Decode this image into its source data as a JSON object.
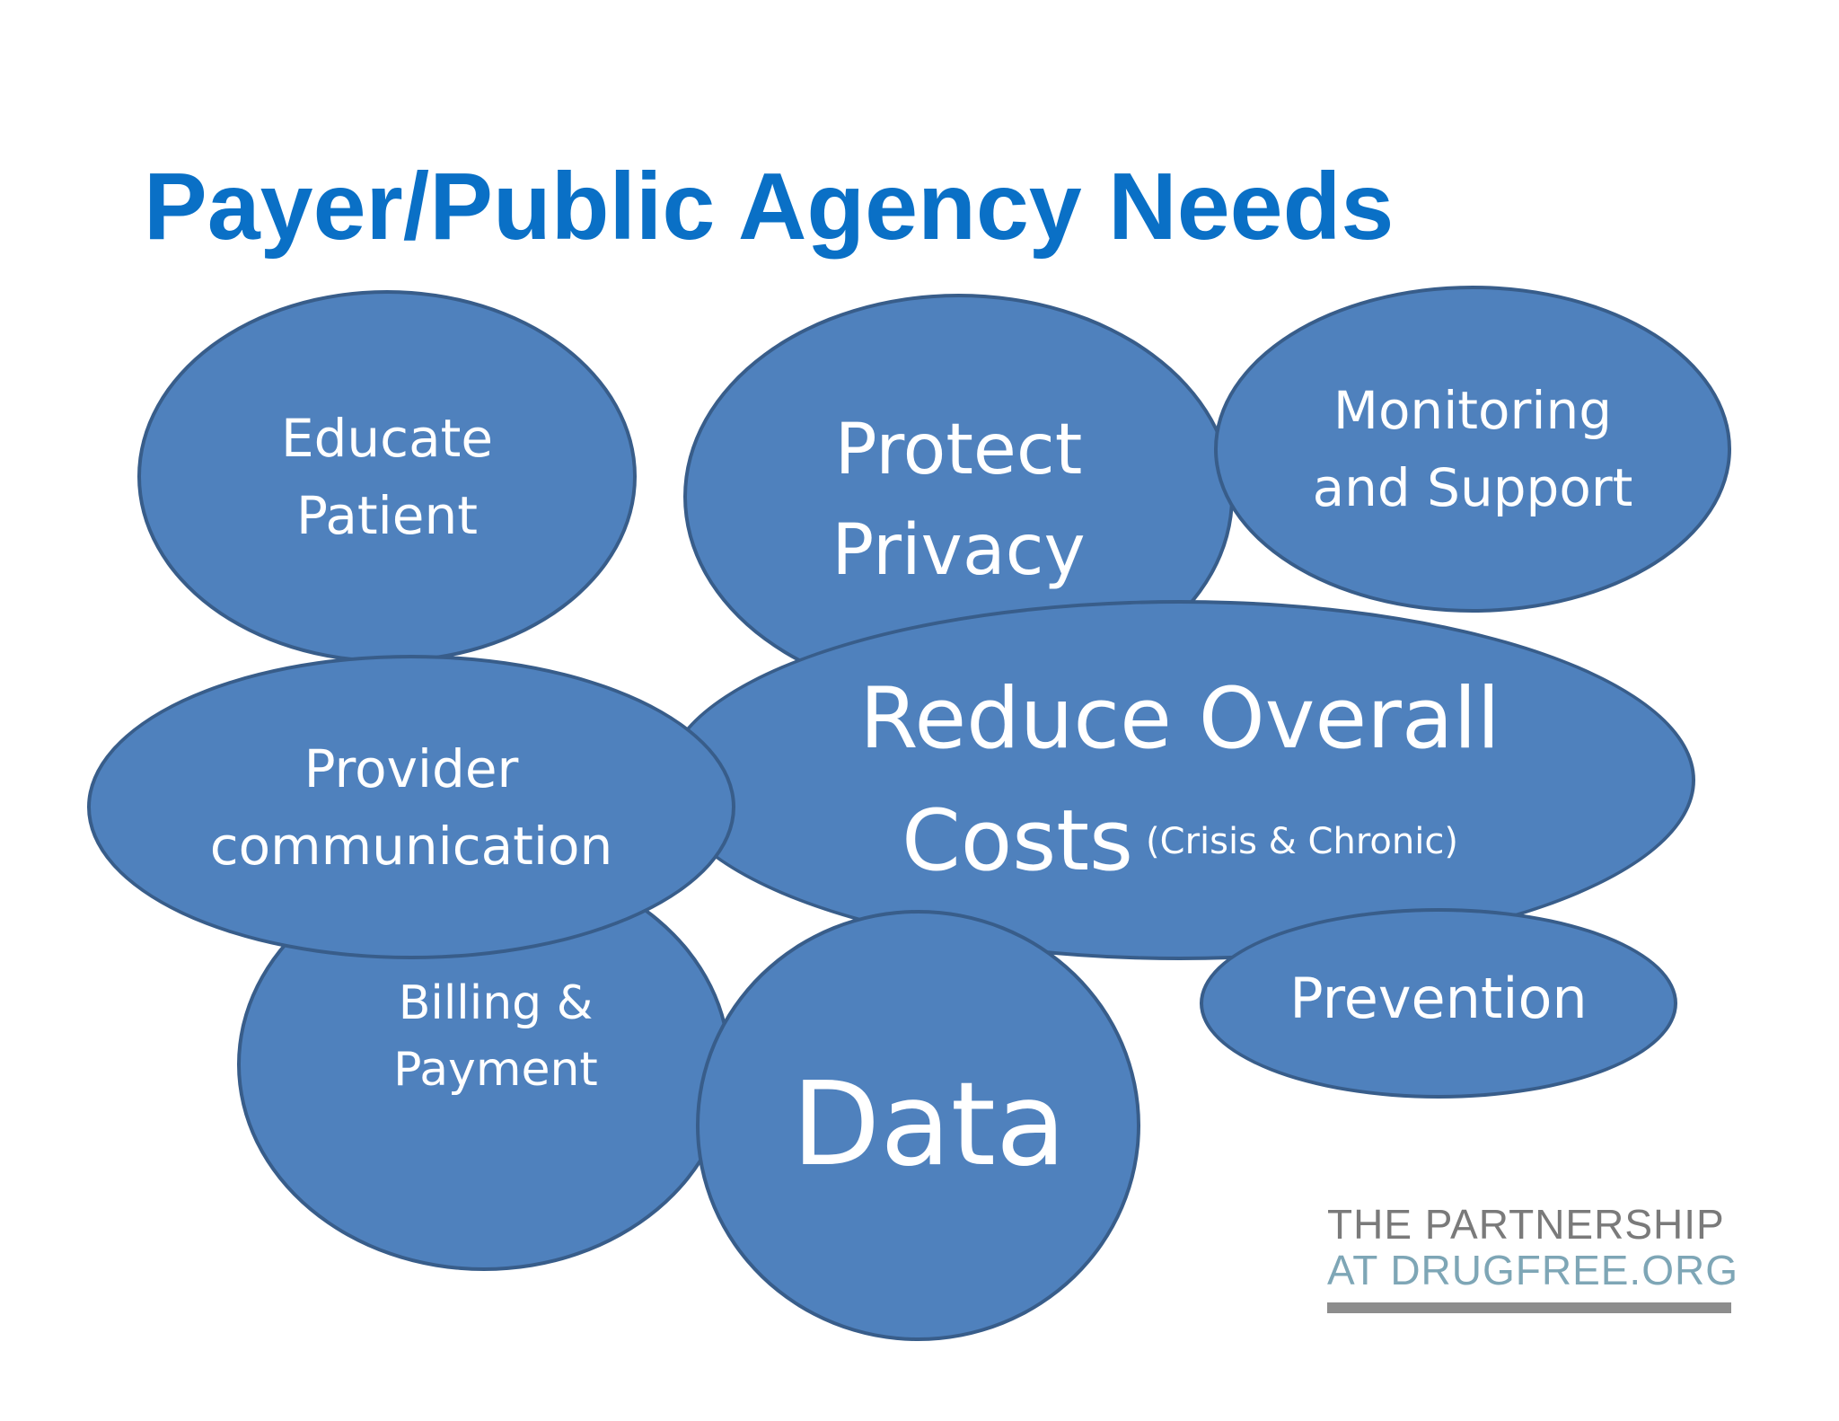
{
  "title": "Payer/Public Agency Needs",
  "bubbles": {
    "educate": [
      "Educate",
      "Patient"
    ],
    "protect": [
      "Protect",
      "Privacy"
    ],
    "monitor": [
      "Monitoring",
      "and Support"
    ],
    "reduce": {
      "line1": "Reduce Overall",
      "line2": "Costs",
      "sub": "(Crisis & Chronic)"
    },
    "provider": [
      "Provider",
      "communication"
    ],
    "billing": [
      "Billing &",
      "Payment"
    ],
    "data": "Data",
    "prevention": "Prevention"
  },
  "logo": {
    "line1": "THE PARTNERSHIP",
    "line2": "AT DRUGFREE.ORG"
  },
  "colors": {
    "title": "#0a70c6",
    "bubble_fill": "#4f81bd",
    "bubble_border": "#385d8a",
    "logo_gray": "#7a7a7a",
    "logo_teal": "#7ea6b6"
  }
}
